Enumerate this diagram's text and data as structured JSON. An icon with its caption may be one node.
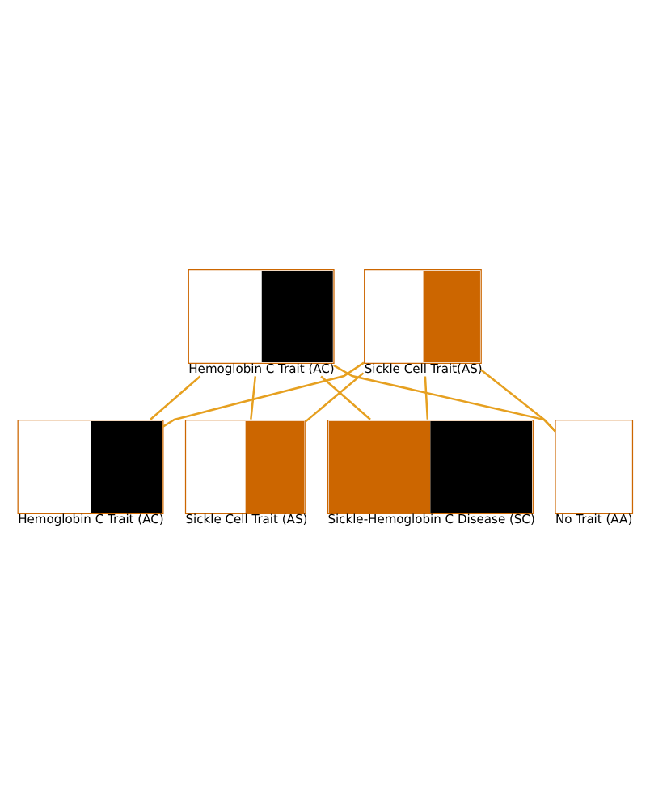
{
  "diagram": {
    "nodes": [
      {
        "text": [
          "Hemoglobin C Trait (AC)"
        ]
      },
      {
        "text": [
          "Sickle Cell Trait(AS)"
        ]
      },
      {
        "text": [
          "Hemoglobin C Trait (AC)"
        ]
      },
      {
        "text": [
          "Sickle Cell Trait (AS)"
        ]
      },
      {
        "text": [
          "Sickle-Hemoglobin C Disease (SC)"
        ]
      },
      {
        "text": [
          "No Trait (AA)"
        ]
      }
    ],
    "edges": [
      {
        "from": 0,
        "to": 2,
        "arrow": "none"
      },
      {
        "from": 0,
        "to": 3,
        "arrow": "none"
      },
      {
        "from": 0,
        "to": 4,
        "arrow": "none"
      },
      {
        "from": 0,
        "to": 5,
        "arrow": "none"
      },
      {
        "from": 1,
        "to": 2,
        "arrow": "none"
      },
      {
        "from": 1,
        "to": 3,
        "arrow": "none"
      },
      {
        "from": 1,
        "to": 4,
        "arrow": "none"
      },
      {
        "from": 1,
        "to": 5,
        "arrow": "none"
      }
    ]
  }
}
